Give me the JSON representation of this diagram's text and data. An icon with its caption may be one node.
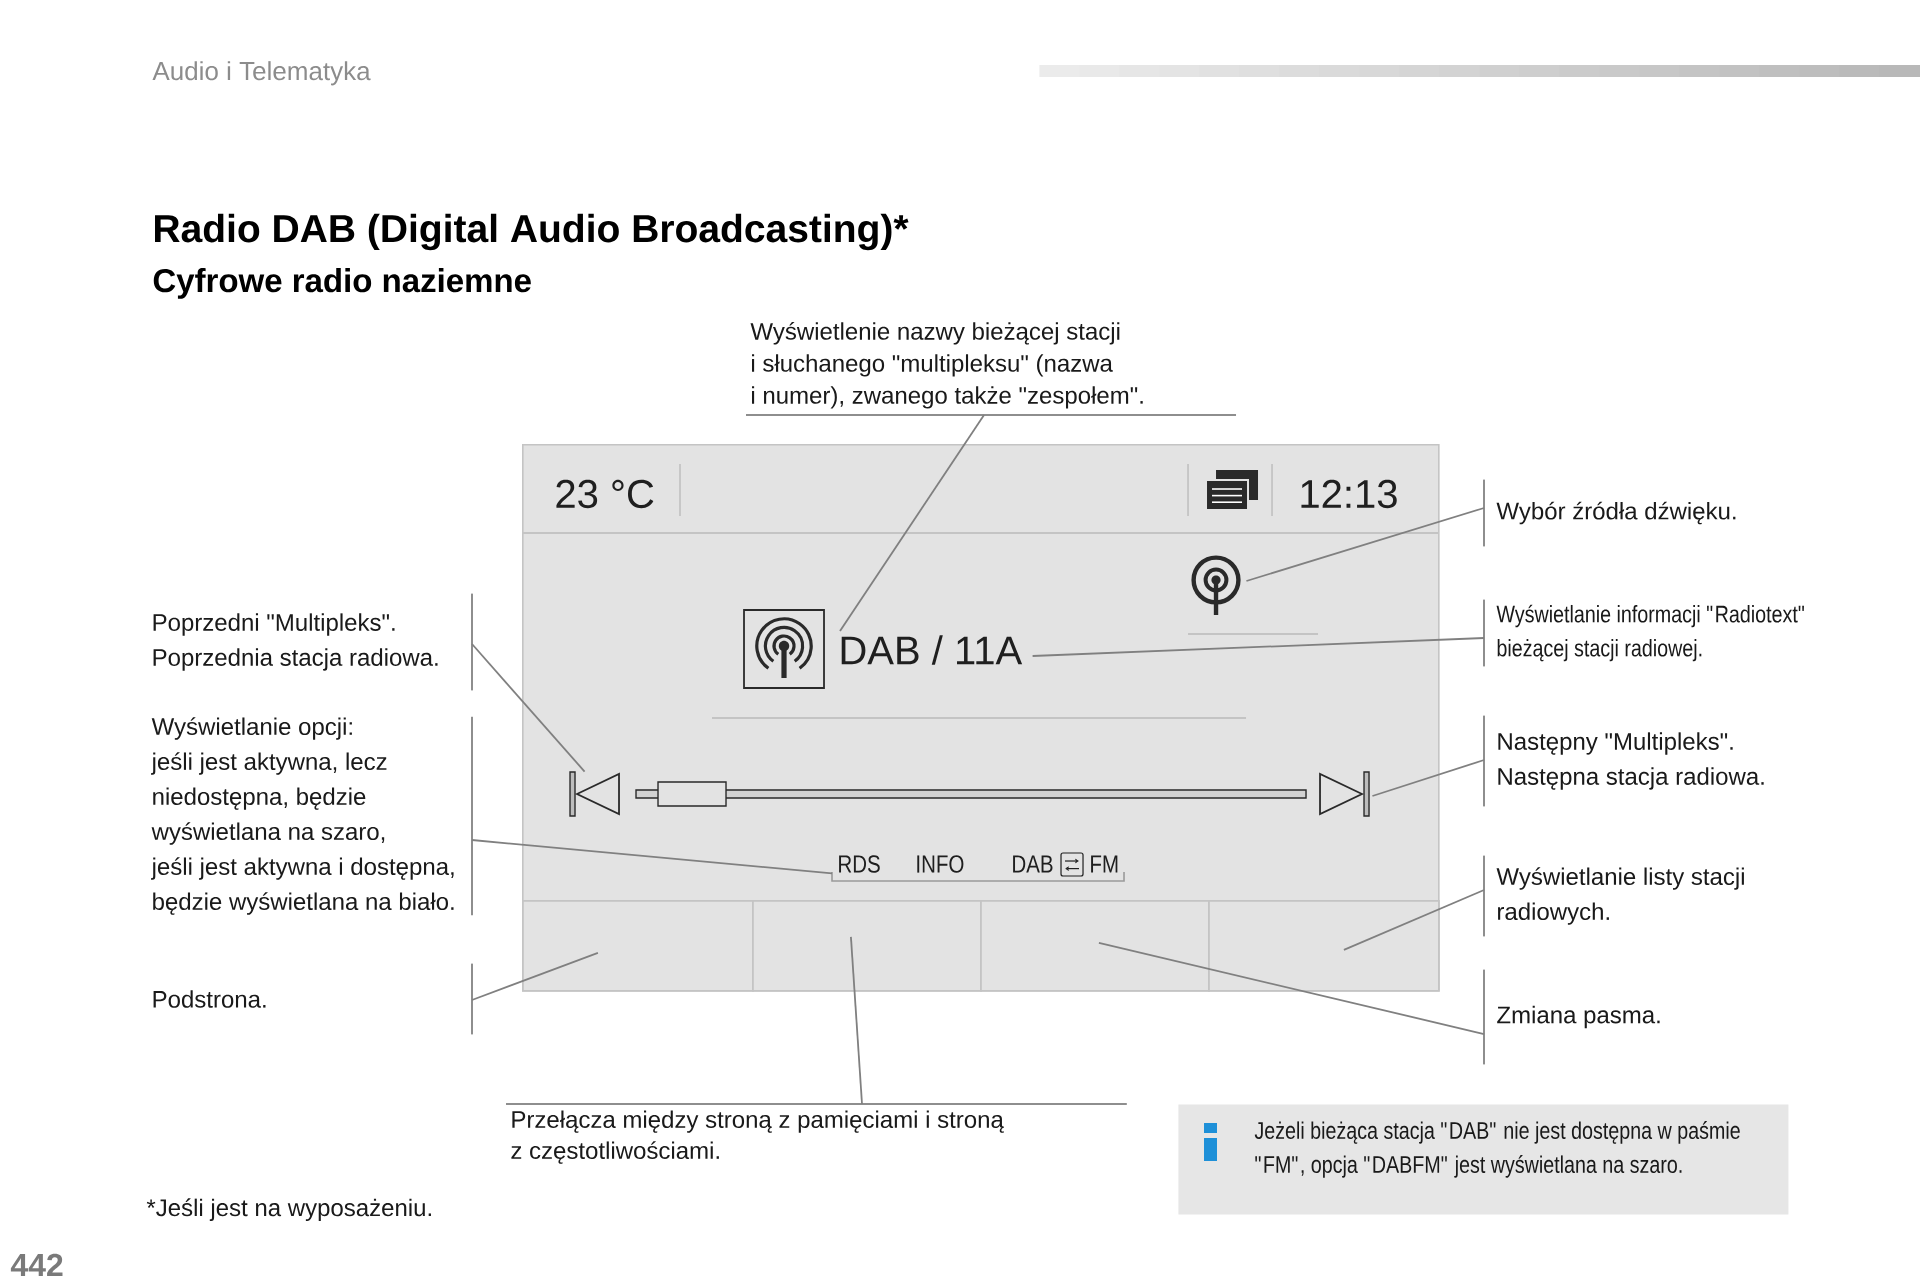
{
  "diagram": {
    "title": "Radio DAB (Digital Audio Broadcasting)*",
    "nodes": [
      {
        "text": [
          "23 °C",
          "12:13"
        ]
      },
      {
        "text": [
          "DAB / 11A"
        ],
        "in": 0
      },
      {
        "text": [],
        "shape": "picture",
        "in": 0
      },
      {
        "text": [],
        "shape": "picture",
        "in": 0
      },
      {
        "text": [],
        "shape": "picture",
        "in": 0
      },
      {
        "text": [
          "RDS",
          "INFO",
          "DAB",
          "FM"
        ],
        "in": 0
      },
      {
        "text": [],
        "shape": "box",
        "in": 0
      },
      {
        "text": [],
        "shape": "box",
        "in": 0
      },
      {
        "text": [],
        "shape": "box",
        "in": 0
      },
      {
        "text": [],
        "shape": "box",
        "in": 0
      },
      {
        "text": [
          "Wyświetlenie nazwy bieżącej stacji i słuchanego \"multipleksu\" (nazwa i numer), zwanego także \"zespołem\"."
        ]
      },
      {
        "text": [
          "Wybór źródła dźwięku."
        ]
      },
      {
        "text": [
          "Wyświetlanie informacji \"Radiotext\" bieżącej stacji radiowej."
        ]
      },
      {
        "text": [
          "Poprzedni \"Multipleks\". Poprzednia stacja radiowa."
        ]
      },
      {
        "text": [
          "Następny \"Multipleks\". Następna stacja radiowa."
        ]
      },
      {
        "text": [
          "Wyświetlanie opcji:",
          "jeśli jest aktywna, lecz niedostępna, będzie wyświetlana na szaro,",
          "jeśli jest aktywna i dostępna, będzie wyświetlana na biało."
        ]
      },
      {
        "text": [
          "Wyświetlanie listy stacji radiowych."
        ]
      },
      {
        "text": [
          "Podstrona."
        ]
      },
      {
        "text": [
          "Zmiana pasma."
        ]
      },
      {
        "text": [
          "Przełącza między stroną z pamięciami i stroną z częstotliwościami."
        ]
      },
      {
        "text": [
          "Jeżeli bieżąca stacja \"DAB\" nie jest dostępna w paśmie \"FM\", opcja \"DABFM\" jest wyświetlana na szaro."
        ]
      }
    ],
    "edges": [
      {
        "from": 10,
        "to": 1,
        "arrow": "none"
      },
      {
        "from": 11,
        "to": 2,
        "arrow": "none"
      },
      {
        "from": 12,
        "to": 1,
        "arrow": "none"
      },
      {
        "from": 13,
        "to": 3,
        "arrow": "none"
      },
      {
        "from": 14,
        "to": 4,
        "arrow": "none"
      },
      {
        "from": 15,
        "to": 5,
        "arrow": "none"
      },
      {
        "from": 16,
        "to": 9,
        "arrow": "none"
      },
      {
        "from": 17,
        "to": 6,
        "arrow": "none"
      },
      {
        "from": 18,
        "to": 8,
        "arrow": "none"
      },
      {
        "from": 19,
        "to": 7,
        "arrow": "none"
      }
    ],
    "labels": [
      "Audio i Telematyka",
      "Cyfrowe radio naziemne",
      "*Jeśli jest na wyposażeniu.",
      "442"
    ]
  }
}
